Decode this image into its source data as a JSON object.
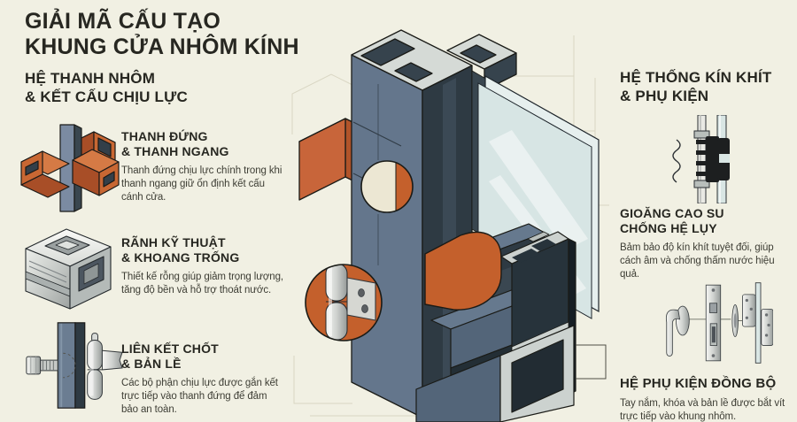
{
  "palette": {
    "background": "#f1f0e3",
    "ink": "#272721",
    "body_text": "#3e3e35",
    "accent_orange": "#c4602c",
    "slate_blue": "#64768c",
    "slate_dark": "#2e3a43",
    "cut_gray": "#d5dad6",
    "glass_blue": "#dde9e8"
  },
  "title": {
    "line1": "GIẢI MÃ CẤU TẠO",
    "line2": "KHUNG CỬA NHÔM KÍNH"
  },
  "left_section": {
    "heading_line1": "HỆ THANH NHÔM",
    "heading_line2": "& KẾT CẤU CHỊU LỰC",
    "items": [
      {
        "icon": "cross-joint-icon",
        "title_line1": "THANH ĐỨNG",
        "title_line2": "& THANH NGANG",
        "body": "Thanh đứng chịu lực chính trong khi thanh ngang giữ ổn định kết cấu cánh cửa."
      },
      {
        "icon": "aluminum-profile-icon",
        "title_line1": "RÃNH KỸ THUẬT",
        "title_line2": "& KHOANG TRỐNG",
        "body": "Thiết kế rỗng giúp giảm trọng lượng, tăng độ bền và hỗ trợ thoát nước."
      },
      {
        "icon": "bolt-hinge-icon",
        "title_line1": "LIÊN KẾT CHỐT",
        "title_line2": "& BẢN LỀ",
        "body": "Các bộ phận chịu lực được gắn kết trực tiếp vào thanh đứng để đảm bảo an toàn."
      }
    ]
  },
  "right_section": {
    "heading_line1": "HỆ THỐNG KÍN KHÍT",
    "heading_line2": "& PHỤ KIỆN",
    "items": [
      {
        "icon": "rubber-gasket-icon",
        "title_line1": "GIOĂNG CAO SU",
        "title_line2": "CHỐNG HỆ LỤY",
        "body": "Bảm bảo độ kín khít tuyệt đối, giúp cách âm và chống thấm nước hiệu quả."
      },
      {
        "icon": "hardware-set-icon",
        "title_line1": "HỆ PHỤ KIỆN ĐỒNG BỘ",
        "body": "Tay nắm, khóa và bản lề được bắt vít trực tiếp vào khung nhôm."
      }
    ]
  }
}
